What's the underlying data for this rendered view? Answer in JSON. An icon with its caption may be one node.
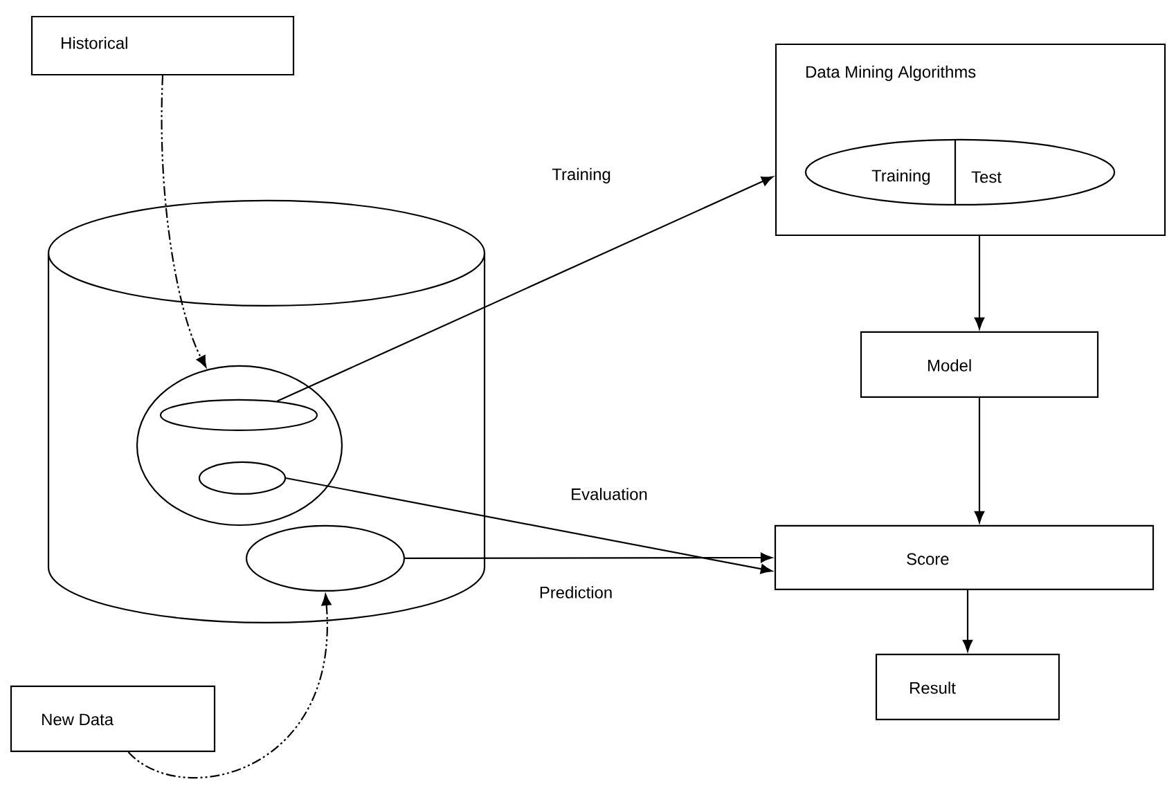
{
  "diagram": {
    "nodes": [
      {
        "text": [
          "Historical"
        ]
      },
      {
        "text": [],
        "shape": "cylinder"
      },
      {
        "text": [],
        "shape": "circle",
        "in": 1
      },
      {
        "text": [],
        "shape": "ellipse",
        "in": 2
      },
      {
        "text": [],
        "shape": "ellipse",
        "in": 2
      },
      {
        "text": [],
        "shape": "ellipse",
        "in": 1
      },
      {
        "text": [
          "Data Mining Algorithms"
        ]
      },
      {
        "text": [
          "Training",
          "Test"
        ],
        "in": 6
      },
      {
        "text": [
          "Model"
        ]
      },
      {
        "text": [
          "Score"
        ]
      },
      {
        "text": [
          "Result"
        ]
      },
      {
        "text": [
          "New Data"
        ]
      }
    ],
    "edges": [
      {
        "from": 0,
        "to": 2,
        "arrow": "to",
        "style": "dashed"
      },
      {
        "from": 11,
        "to": 5,
        "arrow": "to",
        "style": "dashed"
      },
      {
        "from": 3,
        "to": 6,
        "arrow": "to",
        "label": "Training"
      },
      {
        "from": 4,
        "to": 9,
        "arrow": "to",
        "label": "Evaluation"
      },
      {
        "from": 5,
        "to": 9,
        "arrow": "to",
        "label": "Prediction"
      },
      {
        "from": 6,
        "to": 8,
        "arrow": "to"
      },
      {
        "from": 8,
        "to": 9,
        "arrow": "to"
      },
      {
        "from": 9,
        "to": 10,
        "arrow": "to"
      }
    ]
  }
}
